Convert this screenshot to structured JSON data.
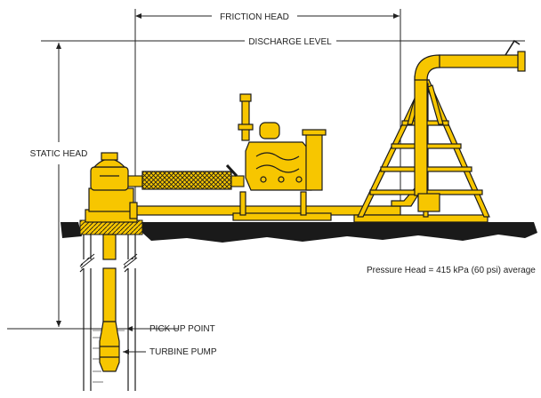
{
  "labels": {
    "friction_head": "FRICTION HEAD",
    "discharge_level": "DISCHARGE LEVEL",
    "static_head": "STATIC HEAD",
    "pressure_head": "Pressure Head = 415 kPa (60 psi) average",
    "pick_up_point": "PICK-UP POINT",
    "turbine_pump": "TURBINE PUMP"
  },
  "colors": {
    "machine_fill": "#f7c600",
    "machine_outline": "#1a1a1a",
    "ground": "#1a1a1a",
    "line": "#222222"
  },
  "icons": {
    "diagram": "irrigation-pump-system"
  }
}
